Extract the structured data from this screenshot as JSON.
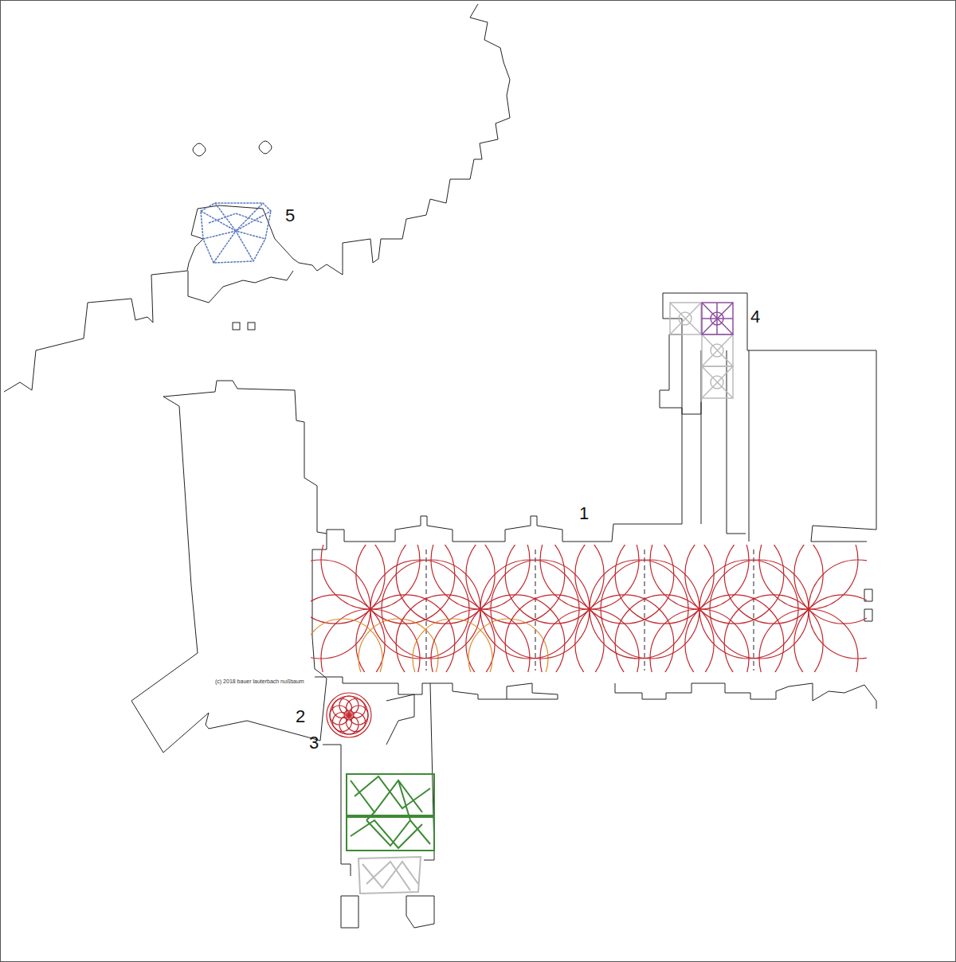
{
  "diagram": {
    "labels": [
      "5",
      "4",
      "1",
      "2",
      "3",
      "(c) 2018 bauer lauterbach nußbaum"
    ]
  }
}
